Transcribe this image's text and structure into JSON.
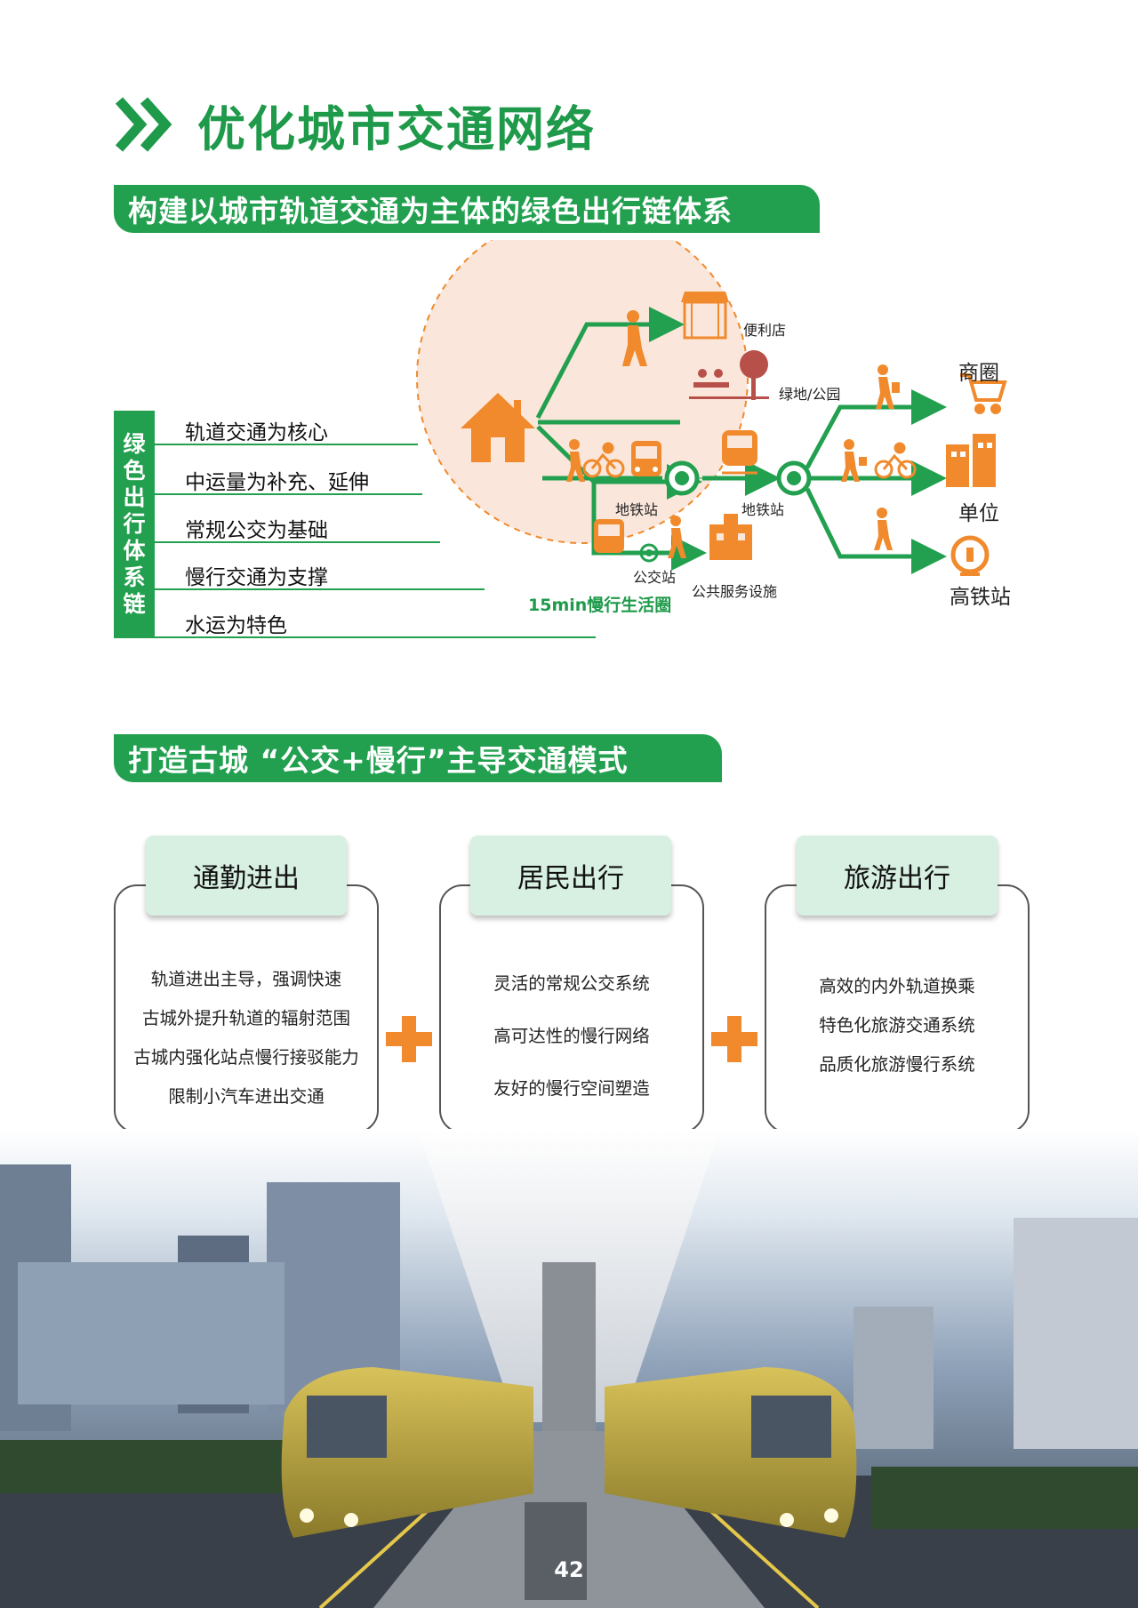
{
  "header": {
    "title": "优化城市交通网络",
    "accent": "#1e9a4a"
  },
  "section1": {
    "banner": "构建以城市轨道交通为主体的绿色出行链体系",
    "chain_title": [
      "绿",
      "色",
      "出",
      "行",
      "体",
      "系",
      "链"
    ],
    "chain_items": [
      "轨道交通为核心",
      "中运量为补充、延伸",
      "常规公交为基础",
      "慢行交通为支撑",
      "水运为特色"
    ],
    "labels": {
      "convenience_store": "便利店",
      "green_park": "绿地/公园",
      "metro_station_1": "地铁站",
      "metro_station_2": "地铁站",
      "bus_stop": "公交站",
      "public_service": "公共服务设施",
      "circle_caption": "15min慢行生活圈",
      "shopping": "商圈",
      "workplace": "单位",
      "high_speed_rail": "高铁站"
    },
    "icons": [
      "house-icon",
      "store-icon",
      "park-icon",
      "walker-icon",
      "cyclist-icon",
      "bus-icon",
      "train-icon",
      "station-icon",
      "building-icon",
      "cart-icon",
      "office-icon",
      "rail-logo-icon"
    ]
  },
  "section2": {
    "banner": "打造古城 “公交+慢行”主导交通模式",
    "cards": [
      {
        "title": "通勤进出",
        "lines": [
          "轨道进出主导，强调快速",
          "古城外提升轨道的辐射范围",
          "古城内强化站点慢行接驳能力",
          "限制小汽车进出交通"
        ]
      },
      {
        "title": "居民出行",
        "lines": [
          "灵活的常规公交系统",
          "高可达性的慢行网络",
          "友好的慢行空间塑造"
        ]
      },
      {
        "title": "旅游出行",
        "lines": [
          "高效的内外轨道换乘",
          "特色化旅游交通系统",
          "品质化旅游慢行系统"
        ]
      }
    ]
  },
  "footer": {
    "page_number": "42"
  },
  "colors": {
    "green": "#22a04f",
    "orange": "#f08a2c",
    "circle_fill": "#fbe6db",
    "card_tab": "#d8f0e2"
  }
}
